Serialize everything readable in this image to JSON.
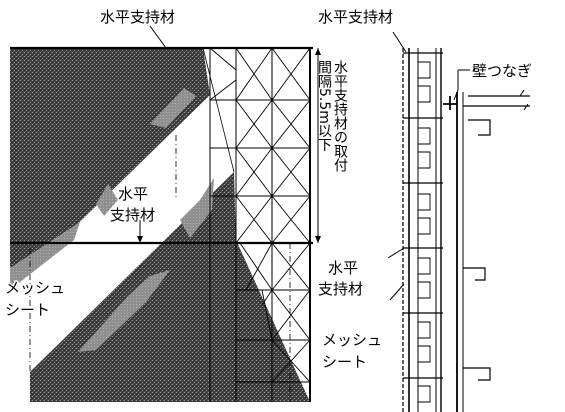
{
  "labels": {
    "top_left_horizontal_member": "水平支持材",
    "top_right_horizontal_member": "水平支持材",
    "wall_tie": "壁つなぎ",
    "spacing_note": [
      "水平支持材の取付",
      "間隔5.5m以下"
    ],
    "center_horizontal_member": [
      "水平",
      "支持材"
    ],
    "left_mesh_sheet": [
      "メッシュ",
      "シート"
    ],
    "right_horizontal_member": [
      "水平",
      "支持材"
    ],
    "right_mesh_sheet": [
      "メッシュ",
      "シート"
    ]
  }
}
